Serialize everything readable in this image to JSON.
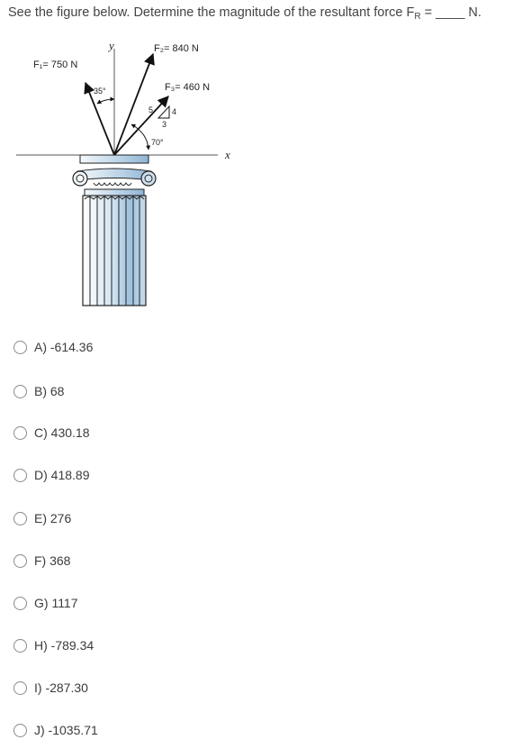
{
  "question": {
    "text_before": "See the figure below. Determine the magnitude of the resultant force F",
    "subscript": "R",
    "text_after": " = ____ N."
  },
  "figure": {
    "f1_label": "F₁= 750 N",
    "f2_label": "F₂= 840 N",
    "f3_label": "F₃= 460 N",
    "angle1_label": "35°",
    "angle3_label": "70°",
    "slope_5": "5",
    "slope_4": "4",
    "slope_3": "3",
    "y_axis_label": "y",
    "x_axis_label": "x"
  },
  "choices": [
    {
      "label": "A) -614.36"
    },
    {
      "label": "B) 68"
    },
    {
      "label": "C) 430.18"
    },
    {
      "label": "D) 418.89"
    },
    {
      "label": "E) 276"
    },
    {
      "label": "F) 368"
    },
    {
      "label": "G) 1117"
    },
    {
      "label": "H) -789.34"
    },
    {
      "label": "I) -287.30"
    },
    {
      "label": "J) -1035.71"
    }
  ]
}
